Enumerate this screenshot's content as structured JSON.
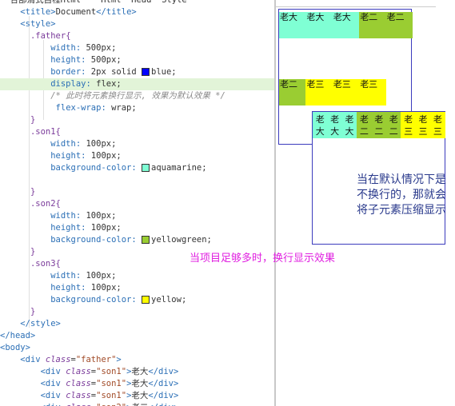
{
  "editor": {
    "lines": [
      {
        "indent": "",
        "html_parts": [
          {
            "c": "tok-val",
            "t": "  合部清式自程Html    Html  Head  Style"
          }
        ]
      },
      {
        "indent": "    ",
        "parts": [
          {
            "c": "tok-tag",
            "t": "<title>"
          },
          {
            "c": "tok-val",
            "t": "Document"
          },
          {
            "c": "tok-tag",
            "t": "</title>"
          }
        ]
      },
      {
        "indent": "    ",
        "parts": [
          {
            "c": "tok-tag",
            "t": "<style>"
          }
        ]
      },
      {
        "indent": "      ",
        "parts": [
          {
            "c": "tok-sel",
            "t": ".father{"
          }
        ]
      },
      {
        "indent": "          ",
        "parts": [
          {
            "c": "tok-prop",
            "t": "width: "
          },
          {
            "c": "tok-val",
            "t": "500px;"
          }
        ]
      },
      {
        "indent": "          ",
        "parts": [
          {
            "c": "tok-prop",
            "t": "height: "
          },
          {
            "c": "tok-val",
            "t": "500px;"
          }
        ]
      },
      {
        "indent": "          ",
        "parts": [
          {
            "c": "tok-prop",
            "t": "border: "
          },
          {
            "c": "tok-val",
            "t": "2px solid "
          },
          {
            "swatch": "#0000ff"
          },
          {
            "c": "tok-val",
            "t": "blue;"
          }
        ]
      },
      {
        "indent": "          ",
        "hl": true,
        "parts": [
          {
            "c": "tok-prop",
            "t": "display: "
          },
          {
            "c": "tok-val",
            "t": "flex;"
          }
        ]
      },
      {
        "indent": "          ",
        "parts": [
          {
            "c": "tok-comment",
            "t": "/* 此时将元素换行显示, 效果为默认效果 */"
          }
        ]
      },
      {
        "indent": "           ",
        "parts": [
          {
            "c": "tok-prop",
            "t": "flex-wrap: "
          },
          {
            "c": "tok-val",
            "t": "wrap;"
          }
        ]
      },
      {
        "indent": "      ",
        "parts": [
          {
            "c": "tok-sel",
            "t": "}"
          }
        ]
      },
      {
        "indent": "      ",
        "parts": [
          {
            "c": "tok-sel",
            "t": ".son1{"
          }
        ]
      },
      {
        "indent": "          ",
        "parts": [
          {
            "c": "tok-prop",
            "t": "width: "
          },
          {
            "c": "tok-val",
            "t": "100px;"
          }
        ]
      },
      {
        "indent": "          ",
        "parts": [
          {
            "c": "tok-prop",
            "t": "height: "
          },
          {
            "c": "tok-val",
            "t": "100px;"
          }
        ]
      },
      {
        "indent": "          ",
        "parts": [
          {
            "c": "tok-prop",
            "t": "background-color: "
          },
          {
            "swatch": "#7fffd4"
          },
          {
            "c": "tok-val",
            "t": "aquamarine;"
          }
        ]
      },
      {
        "indent": "",
        "parts": []
      },
      {
        "indent": "      ",
        "parts": [
          {
            "c": "tok-sel",
            "t": "}"
          }
        ]
      },
      {
        "indent": "      ",
        "parts": [
          {
            "c": "tok-sel",
            "t": ".son2{"
          }
        ]
      },
      {
        "indent": "          ",
        "parts": [
          {
            "c": "tok-prop",
            "t": "width: "
          },
          {
            "c": "tok-val",
            "t": "100px;"
          }
        ]
      },
      {
        "indent": "          ",
        "parts": [
          {
            "c": "tok-prop",
            "t": "height: "
          },
          {
            "c": "tok-val",
            "t": "100px;"
          }
        ]
      },
      {
        "indent": "          ",
        "parts": [
          {
            "c": "tok-prop",
            "t": "background-color: "
          },
          {
            "swatch": "#9acd32"
          },
          {
            "c": "tok-val",
            "t": "yellowgreen;"
          }
        ]
      },
      {
        "indent": "      ",
        "parts": [
          {
            "c": "tok-sel",
            "t": "}"
          }
        ]
      },
      {
        "indent": "      ",
        "parts": [
          {
            "c": "tok-sel",
            "t": ".son3{"
          }
        ]
      },
      {
        "indent": "          ",
        "parts": [
          {
            "c": "tok-prop",
            "t": "width: "
          },
          {
            "c": "tok-val",
            "t": "100px;"
          }
        ]
      },
      {
        "indent": "          ",
        "parts": [
          {
            "c": "tok-prop",
            "t": "height: "
          },
          {
            "c": "tok-val",
            "t": "100px;"
          }
        ]
      },
      {
        "indent": "          ",
        "parts": [
          {
            "c": "tok-prop",
            "t": "background-color: "
          },
          {
            "swatch": "#ffff00"
          },
          {
            "c": "tok-val",
            "t": "yellow;"
          }
        ]
      },
      {
        "indent": "      ",
        "parts": [
          {
            "c": "tok-sel",
            "t": "}"
          }
        ]
      },
      {
        "indent": "    ",
        "parts": [
          {
            "c": "tok-tag",
            "t": "</style>"
          }
        ]
      },
      {
        "indent": "",
        "parts": [
          {
            "c": "tok-tag",
            "t": "</head>"
          }
        ]
      },
      {
        "indent": "",
        "parts": [
          {
            "c": "tok-tag",
            "t": "<body>"
          }
        ]
      },
      {
        "indent": "    ",
        "parts": [
          {
            "c": "tok-tag",
            "t": "<div "
          },
          {
            "c": "tok-attr",
            "t": "class"
          },
          {
            "c": "tok-val",
            "t": "="
          },
          {
            "c": "tok-str",
            "t": "\"father\""
          },
          {
            "c": "tok-tag",
            "t": ">"
          }
        ]
      },
      {
        "indent": "        ",
        "parts": [
          {
            "c": "tok-tag",
            "t": "<div "
          },
          {
            "c": "tok-attr",
            "t": "class"
          },
          {
            "c": "tok-val",
            "t": "="
          },
          {
            "c": "tok-str",
            "t": "\"son1\""
          },
          {
            "c": "tok-tag",
            "t": ">"
          },
          {
            "c": "tok-val",
            "t": "老大"
          },
          {
            "c": "tok-tag",
            "t": "</div>"
          }
        ]
      },
      {
        "indent": "        ",
        "parts": [
          {
            "c": "tok-tag",
            "t": "<div "
          },
          {
            "c": "tok-attr",
            "t": "class"
          },
          {
            "c": "tok-val",
            "t": "="
          },
          {
            "c": "tok-str",
            "t": "\"son1\""
          },
          {
            "c": "tok-tag",
            "t": ">"
          },
          {
            "c": "tok-val",
            "t": "老大"
          },
          {
            "c": "tok-tag",
            "t": "</div>"
          }
        ]
      },
      {
        "indent": "        ",
        "parts": [
          {
            "c": "tok-tag",
            "t": "<div "
          },
          {
            "c": "tok-attr",
            "t": "class"
          },
          {
            "c": "tok-val",
            "t": "="
          },
          {
            "c": "tok-str",
            "t": "\"son1\""
          },
          {
            "c": "tok-tag",
            "t": ">"
          },
          {
            "c": "tok-val",
            "t": "老大"
          },
          {
            "c": "tok-tag",
            "t": "</div>"
          }
        ]
      },
      {
        "indent": "        ",
        "parts": [
          {
            "c": "tok-tag",
            "t": "<div "
          },
          {
            "c": "tok-attr",
            "t": "class"
          },
          {
            "c": "tok-val",
            "t": "="
          },
          {
            "c": "tok-str",
            "t": "\"son2\""
          },
          {
            "c": "tok-tag",
            "t": ">"
          },
          {
            "c": "tok-val",
            "t": "老二"
          },
          {
            "c": "tok-tag",
            "t": "</div>"
          }
        ]
      }
    ]
  },
  "preview": {
    "colors": {
      "aquamarine": "#7fffd4",
      "yellowgreen": "#9acd32",
      "yellow": "#ffff00",
      "border": "#3b3bbd"
    },
    "wrap_row1": [
      "老大",
      "老大",
      "老大",
      "老二",
      "老二"
    ],
    "wrap_row2": [
      "老二",
      "老三",
      "老三",
      "老三"
    ],
    "nowrap_cells": [
      {
        "t": "老大",
        "c": "aq"
      },
      {
        "t": "老大",
        "c": "aq"
      },
      {
        "t": "老大",
        "c": "aq"
      },
      {
        "t": "老二",
        "c": "yg"
      },
      {
        "t": "老二",
        "c": "yg"
      },
      {
        "t": "老二",
        "c": "yg"
      },
      {
        "t": "老三",
        "c": "ye"
      },
      {
        "t": "老三",
        "c": "ye"
      },
      {
        "t": "老三",
        "c": "ye"
      }
    ],
    "note": "当在默认情况下是不换行的，那就会将子元素压缩显示",
    "caption": "当项目足够多时，换行显示效果"
  }
}
